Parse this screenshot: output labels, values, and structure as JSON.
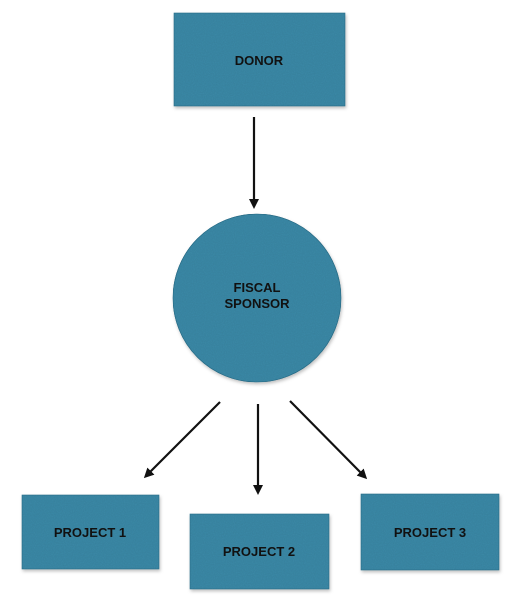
{
  "diagram": {
    "type": "flowchart",
    "colors": {
      "node_fill": "#3b8aa8",
      "node_stroke": "#2a6f8a",
      "text": "#111111",
      "arrow": "#111111",
      "background": "#ffffff"
    },
    "nodes": {
      "donor": {
        "label": "DONOR",
        "shape": "rectangle"
      },
      "fiscal_sponsor": {
        "label_line1": "FISCAL",
        "label_line2": "SPONSOR",
        "shape": "circle"
      },
      "project1": {
        "label": "PROJECT 1",
        "shape": "rectangle"
      },
      "project2": {
        "label": "PROJECT 2",
        "shape": "rectangle"
      },
      "project3": {
        "label": "PROJECT 3",
        "shape": "rectangle"
      }
    },
    "edges": [
      {
        "from": "donor",
        "to": "fiscal_sponsor"
      },
      {
        "from": "fiscal_sponsor",
        "to": "project1"
      },
      {
        "from": "fiscal_sponsor",
        "to": "project2"
      },
      {
        "from": "fiscal_sponsor",
        "to": "project3"
      }
    ]
  }
}
